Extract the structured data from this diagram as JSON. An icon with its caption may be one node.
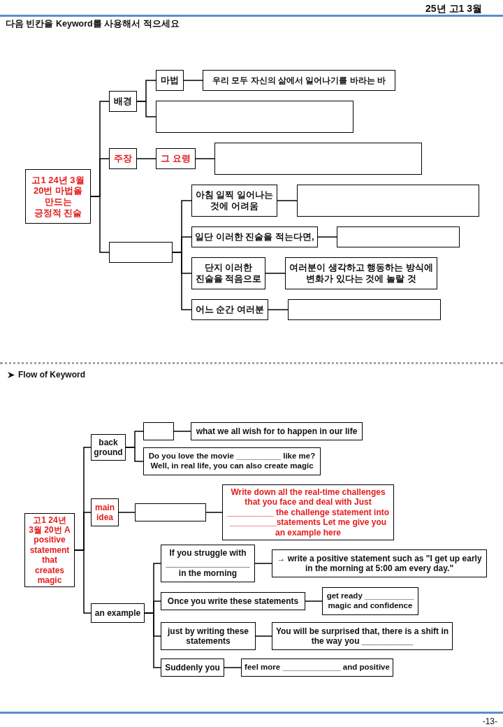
{
  "diagram": {
    "nodes": [
      {
        "text": [
          "고1 24년 3월 20번 마법을 만드는 긍정적 진술"
        ]
      },
      {
        "text": [
          "배경"
        ]
      },
      {
        "text": [
          "마법"
        ]
      },
      {
        "text": [
          "우리 모두 자신의 삶에서 일어나기를 바라는 바"
        ]
      },
      {
        "text": [],
        "shape": "box"
      },
      {
        "text": [
          "주장"
        ]
      },
      {
        "text": [
          "그 요령"
        ]
      },
      {
        "text": [],
        "shape": "box"
      },
      {
        "text": [],
        "shape": "box"
      },
      {
        "text": [
          "아침 일찍 일어나는 것에 어려움"
        ]
      },
      {
        "text": [],
        "shape": "box"
      },
      {
        "text": [
          "일단 이러한 진술을 적는다면,"
        ]
      },
      {
        "text": [],
        "shape": "box"
      },
      {
        "text": [
          "단지 이러한 진술을 적음으로"
        ]
      },
      {
        "text": [
          "여러분이 생각하고 행동하는 방식에 변화가 있다는 것에 놀랄 것"
        ]
      },
      {
        "text": [
          "어느 순간 여러분"
        ]
      },
      {
        "text": [],
        "shape": "box"
      },
      {
        "text": [
          "고1 24년 3월 20번 A positive statement that creates magic"
        ]
      },
      {
        "text": [
          "back ground"
        ]
      },
      {
        "text": [],
        "shape": "box"
      },
      {
        "text": [
          "what we all wish for to happen in our life"
        ]
      },
      {
        "text": [
          "Do you love the movie __________ like me? Well, in real life, you can also create magic"
        ]
      },
      {
        "text": [
          "main idea"
        ]
      },
      {
        "text": [],
        "shape": "box"
      },
      {
        "text": [
          "Write down all the real-time challenges that you face and deal with Just __________ the challenge statement into __________statements Let me give you an example here"
        ]
      },
      {
        "text": [
          "an example"
        ]
      },
      {
        "text": [
          "If you struggle with __________________ in the morning"
        ]
      },
      {
        "text": [
          "→ write a positive statement such as \"I get up early in the morning at 5:00 am every day.\""
        ]
      },
      {
        "text": [
          "Once you write these statements"
        ]
      },
      {
        "text": [
          "get ready ___________ magic and confidence"
        ]
      },
      {
        "text": [
          "just by writing these statements"
        ]
      },
      {
        "text": [
          "You will be surprised that, there is a shift in the way you ___________"
        ]
      },
      {
        "text": [
          "Suddenly you"
        ]
      },
      {
        "text": [
          "feel more _____________ and positive"
        ]
      }
    ],
    "edges": [
      {
        "from": 0,
        "to": 1,
        "arrow": "none"
      },
      {
        "from": 0,
        "to": 5,
        "arrow": "none"
      },
      {
        "from": 0,
        "to": 8,
        "arrow": "none"
      },
      {
        "from": 1,
        "to": 2,
        "arrow": "none"
      },
      {
        "from": 2,
        "to": 3,
        "arrow": "none"
      },
      {
        "from": 1,
        "to": 4,
        "arrow": "none"
      },
      {
        "from": 5,
        "to": 6,
        "arrow": "none"
      },
      {
        "from": 6,
        "to": 7,
        "arrow": "none"
      },
      {
        "from": 8,
        "to": 9,
        "arrow": "none"
      },
      {
        "from": 9,
        "to": 10,
        "arrow": "none"
      },
      {
        "from": 8,
        "to": 11,
        "arrow": "none"
      },
      {
        "from": 11,
        "to": 12,
        "arrow": "none"
      },
      {
        "from": 8,
        "to": 13,
        "arrow": "none"
      },
      {
        "from": 13,
        "to": 14,
        "arrow": "none"
      },
      {
        "from": 8,
        "to": 15,
        "arrow": "none"
      },
      {
        "from": 15,
        "to": 16,
        "arrow": "none"
      },
      {
        "from": 17,
        "to": 18,
        "arrow": "none"
      },
      {
        "from": 17,
        "to": 22,
        "arrow": "none"
      },
      {
        "from": 17,
        "to": 25,
        "arrow": "none"
      },
      {
        "from": 18,
        "to": 19,
        "arrow": "none"
      },
      {
        "from": 19,
        "to": 20,
        "arrow": "none"
      },
      {
        "from": 18,
        "to": 21,
        "arrow": "none"
      },
      {
        "from": 22,
        "to": 23,
        "arrow": "none"
      },
      {
        "from": 23,
        "to": 24,
        "arrow": "none"
      },
      {
        "from": 25,
        "to": 26,
        "arrow": "none"
      },
      {
        "from": 26,
        "to": 27,
        "arrow": "none"
      },
      {
        "from": 25,
        "to": 28,
        "arrow": "none"
      },
      {
        "from": 28,
        "to": 29,
        "arrow": "none"
      },
      {
        "from": 25,
        "to": 30,
        "arrow": "none"
      },
      {
        "from": 30,
        "to": 31,
        "arrow": "none"
      },
      {
        "from": 25,
        "to": 32,
        "arrow": "none"
      },
      {
        "from": 32,
        "to": 33,
        "arrow": "none"
      }
    ],
    "labels": [
      "25년 고1 3월",
      "다음 빈칸을 Keyword를 사용해서 적으세요",
      "Flow of Keyword",
      "-13-"
    ]
  }
}
